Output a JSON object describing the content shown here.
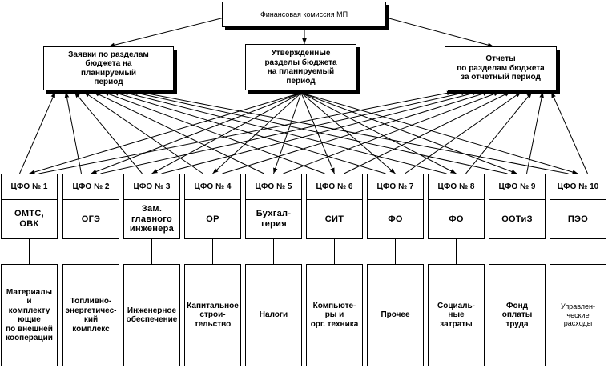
{
  "top_box": "Финансовая комиссия МП",
  "mid_boxes": [
    {
      "id": "requests",
      "label": "Заявки по разделам\nбюджета на\nпланируемый\nпериод"
    },
    {
      "id": "approved",
      "label": "Утвержденные\nразделы бюджета\nна планируемый\nпериод"
    },
    {
      "id": "reports",
      "label": "Отчеты\nпо разделам бюджета\nза отчетный период"
    }
  ],
  "cfo_units": [
    {
      "cfo": "ЦФО № 1",
      "unit": "ОМТС,\nОВК",
      "expense": "Материалы\nи\nкомплекту\nющие\nпо внешней\nкооперации"
    },
    {
      "cfo": "ЦФО № 2",
      "unit": "ОГЭ",
      "expense": "Топливно-\nэнергетичес-\nкий\nкомплекс"
    },
    {
      "cfo": "ЦФО № 3",
      "unit": "Зам.\nглавного\nинженера",
      "expense": "Инженерное\nобеспечение"
    },
    {
      "cfo": "ЦФО № 4",
      "unit": "ОР",
      "expense": "Капитальное\nстрои-\nтельство"
    },
    {
      "cfo": "ЦФО № 5",
      "unit": "Бухгал-\nтерия",
      "expense": "Налоги"
    },
    {
      "cfo": "ЦФО № 6",
      "unit": "СИТ",
      "expense": "Компьюте-\nры и\nорг. техника"
    },
    {
      "cfo": "ЦФО № 7",
      "unit": "ФО",
      "expense": "Прочее"
    },
    {
      "cfo": "ЦФО № 8",
      "unit": "ФО",
      "expense": "Социаль-\nные\nзатраты"
    },
    {
      "cfo": "ЦФО № 9",
      "unit": "ООТиЗ",
      "expense": "Фонд\nоплаты\nтруда"
    },
    {
      "cfo": "ЦФО № 10",
      "unit": "ПЭО",
      "expense": "Управлен-\nческие\nрасходы"
    }
  ]
}
